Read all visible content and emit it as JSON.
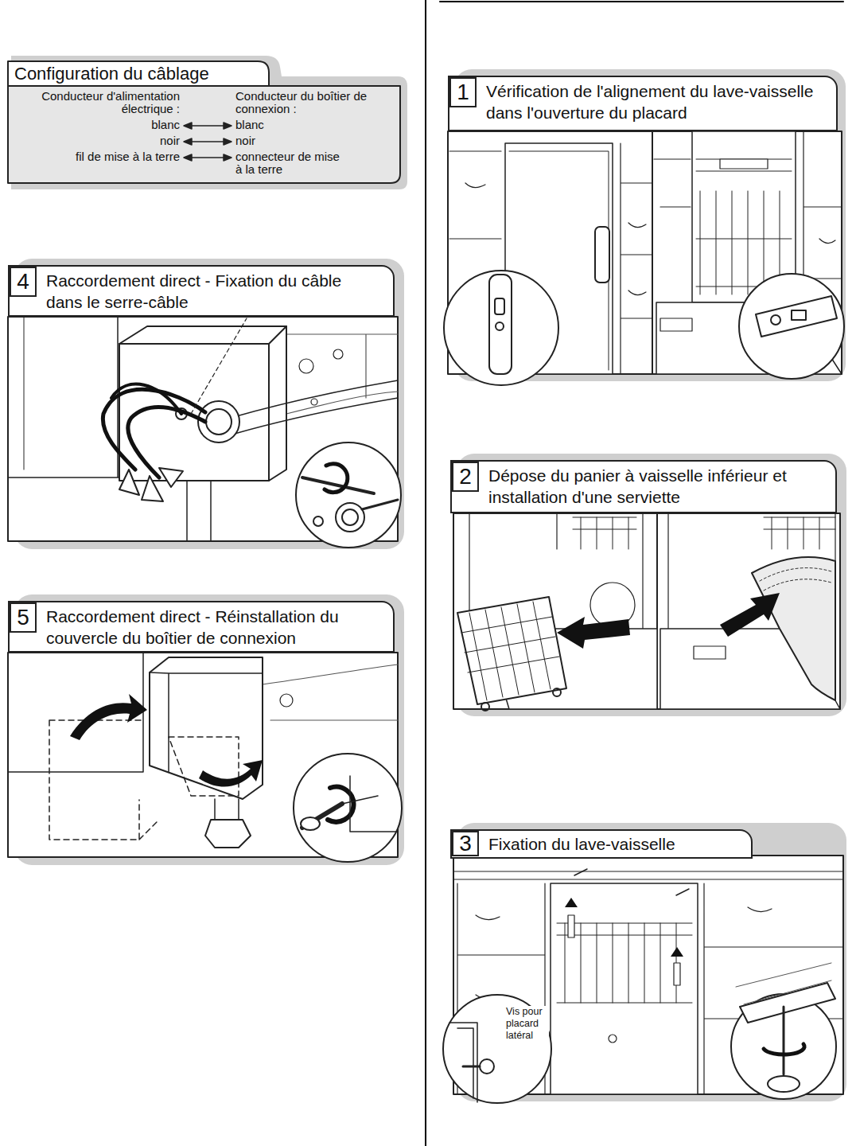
{
  "diagram": {
    "nodes": [
      {
        "text": [
          "Configuration du câblage",
          "Conducteur d'alimentation électrique :",
          "Conducteur du boîtier de connexion :",
          "blanc",
          "blanc",
          "noir",
          "noir",
          "fil de mise à la terre",
          "connecteur de mise à la terre"
        ]
      },
      {
        "text": [
          "4",
          "Raccordement direct - Fixation du câble dans le serre-câble"
        ]
      },
      {
        "text": [
          "5",
          "Raccordement direct - Réinstallation du couvercle du boîtier de connexion"
        ]
      },
      {
        "text": [
          "1",
          "Vérification de l'alignement du lave-vaisselle dans l'ouverture du placard"
        ]
      },
      {
        "text": [
          "2",
          "Dépose du panier à vaisselle inférieur et installation d'une serviette"
        ]
      },
      {
        "text": [
          "3",
          "Fixation du lave-vaisselle"
        ]
      }
    ],
    "labels": [
      "Vis pour placard latéral"
    ]
  }
}
